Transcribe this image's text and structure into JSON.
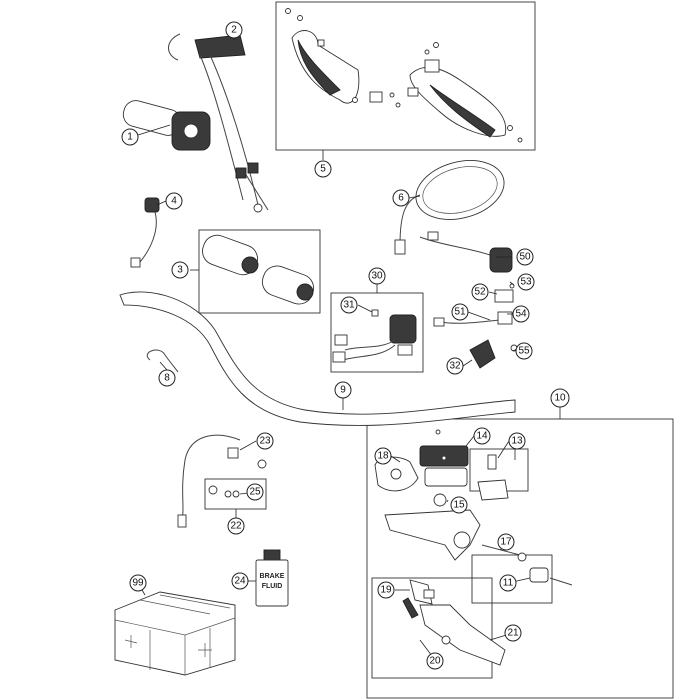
{
  "callouts": [
    {
      "id": "1",
      "label": "1"
    },
    {
      "id": "2",
      "label": "2"
    },
    {
      "id": "3",
      "label": "3"
    },
    {
      "id": "4",
      "label": "4"
    },
    {
      "id": "5",
      "label": "5"
    },
    {
      "id": "6",
      "label": "6"
    },
    {
      "id": "8",
      "label": "8"
    },
    {
      "id": "9",
      "label": "9"
    },
    {
      "id": "10",
      "label": "10"
    },
    {
      "id": "11",
      "label": "11"
    },
    {
      "id": "13",
      "label": "13"
    },
    {
      "id": "14",
      "label": "14"
    },
    {
      "id": "15",
      "label": "15"
    },
    {
      "id": "17",
      "label": "17"
    },
    {
      "id": "18",
      "label": "18"
    },
    {
      "id": "19",
      "label": "19"
    },
    {
      "id": "20",
      "label": "20"
    },
    {
      "id": "21",
      "label": "21"
    },
    {
      "id": "22",
      "label": "22"
    },
    {
      "id": "23",
      "label": "23"
    },
    {
      "id": "24",
      "label": "24"
    },
    {
      "id": "25",
      "label": "25"
    },
    {
      "id": "30",
      "label": "30"
    },
    {
      "id": "31",
      "label": "31"
    },
    {
      "id": "32",
      "label": "32"
    },
    {
      "id": "50",
      "label": "50"
    },
    {
      "id": "51",
      "label": "51"
    },
    {
      "id": "52",
      "label": "52"
    },
    {
      "id": "53",
      "label": "53"
    },
    {
      "id": "54",
      "label": "54"
    },
    {
      "id": "55",
      "label": "55"
    },
    {
      "id": "99",
      "label": "99"
    }
  ],
  "fluid_can": {
    "line1": "BRAKE",
    "line2": "FLUID"
  }
}
